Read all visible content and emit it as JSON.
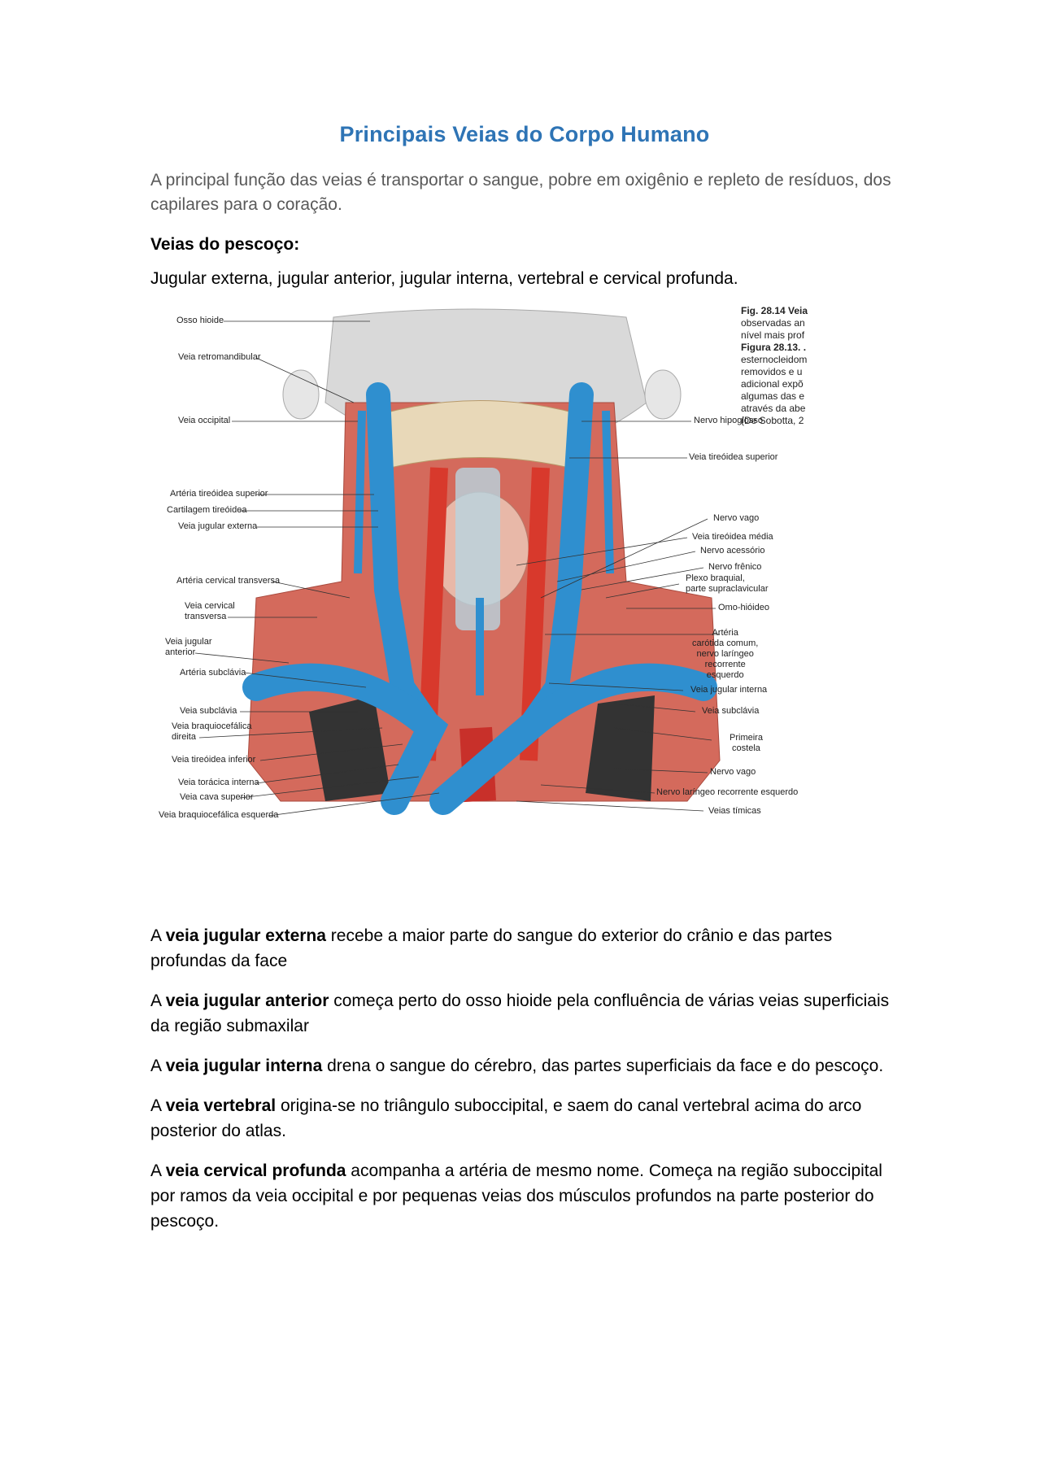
{
  "title": "Principais Veias do Corpo Humano",
  "intro": "A principal função das veias é transportar o sangue, pobre em oxigênio e repleto de resíduos, dos capilares para o coração.",
  "section_heading": "Veias do pescoço:",
  "veins_list": "Jugular externa, jugular anterior, jugular interna, vertebral e cervical profunda.",
  "figure": {
    "caption_lines": [
      "Fig. 28.14 Veia",
      "observadas an",
      "nível mais prof",
      "Figura 28.13. .",
      "esternocleidom",
      "removidos e u",
      "adicional expõ",
      "algumas das e",
      "através da abe",
      "(De Sobotta, 2"
    ],
    "labels_left": [
      "Osso hioide",
      "Veia retromandibular",
      "Veia occipital",
      "Artéria tireóidea superior",
      "Cartilagem tireóidea",
      "Veia jugular externa",
      "Artéria cervical transversa",
      "Veia cervical\ntransversa",
      "Veia jugular\nanterior",
      "Artéria subclávia",
      "Veia subclávia",
      "Veia braquiocefálica\ndireita",
      "Veia tireóidea inferior",
      "Veia torácica interna",
      "Veia cava superior",
      "Veia braquiocefálica esquerda"
    ],
    "labels_right": [
      "Nervo hipoglosso",
      "Veia tireóidea superior",
      "Nervo vago",
      "Veia tireóidea média",
      "Nervo acessório",
      "Nervo frênico",
      "Plexo braquial,\nparte supraclavicular",
      "Omo-hióideo",
      "Artéria\ncarótida comum,\nnervo laríngeo\nrecorrente\nesquerdo",
      "Veia jugular interna",
      "Veia subclávia",
      "Primeira\ncostela",
      "Nervo vago",
      "Nervo laríngeo recorrente esquerdo",
      "Veias tímicas"
    ]
  },
  "paragraphs": [
    {
      "pre": "A ",
      "bold": "veia jugular externa",
      "post": " recebe a maior parte do sangue do exterior do crânio e das partes profundas da face"
    },
    {
      "pre": "A ",
      "bold": "veia jugular anterior",
      "post": " começa perto do osso hioide pela confluência de várias veias superficiais da região submaxilar"
    },
    {
      "pre": "A ",
      "bold": "veia jugular interna",
      "post": " drena o sangue do cérebro, das partes superficiais da face e do pescoço."
    },
    {
      "pre": "A ",
      "bold": "veia vertebral",
      "post": " origina-se no triângulo suboccipital, e saem do canal vertebral acima do arco posterior do atlas."
    },
    {
      "pre": "A ",
      "bold": "veia cervical profunda",
      "post": " acompanha a artéria de mesmo nome. Começa na região suboccipital por ramos da veia occipital e por pequenas veias dos músculos profundos na parte posterior do pescoço."
    }
  ],
  "colors": {
    "title": "#2e74b5",
    "vein": "#2f8fcf",
    "artery": "#d8392c",
    "muscle": "#c9584a"
  }
}
